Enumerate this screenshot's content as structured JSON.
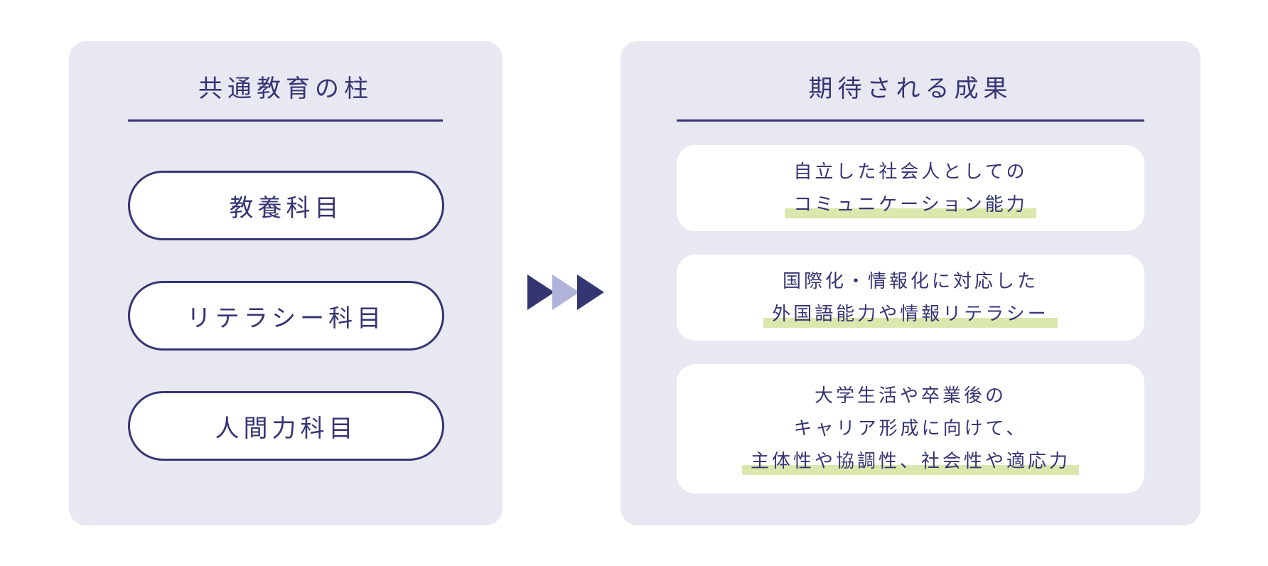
{
  "left": {
    "title": "共通教育の柱",
    "pills": [
      {
        "label": "教養科目"
      },
      {
        "label": "リテラシー科目"
      },
      {
        "label": "人間力科目"
      }
    ]
  },
  "right": {
    "title": "期待される成果",
    "cards": [
      {
        "lines": [
          "自立した社会人としての",
          "コミュニケーション能力"
        ]
      },
      {
        "lines": [
          "国際化・情報化に対応した",
          "外国語能力や情報リテラシー"
        ]
      },
      {
        "lines": [
          "大学生活や卒業後の",
          "キャリア形成に向けて、",
          "主体性や協調性、社会性や適応力"
        ]
      }
    ]
  },
  "colors": {
    "navy": "#363574",
    "panel_bg": "#e8e8f3",
    "arrow_light": "#b1b2d9",
    "highlight": "#dbe8ad"
  },
  "icons": {
    "arrows": "triple-chevron-right-icon"
  }
}
